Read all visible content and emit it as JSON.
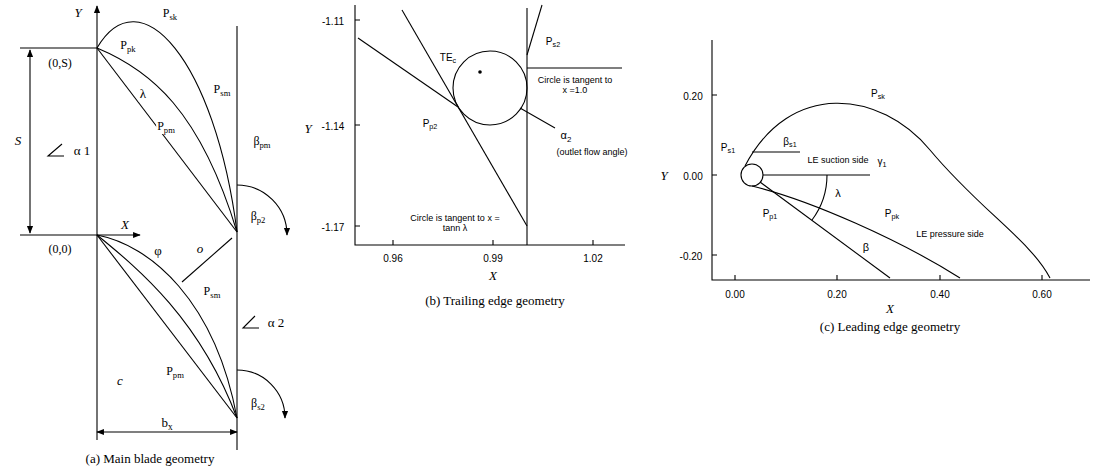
{
  "diagram": {
    "labels": [
      "Y",
      "Psk",
      "(0,S)",
      "Ppk",
      "Psm",
      "S",
      "λ",
      "α 1",
      "Ppm",
      "βpm",
      "βp2",
      "φ",
      "o",
      "(0,0)",
      "X",
      "Psm",
      "α 2",
      "c",
      "Ppm",
      "bx",
      "βs2",
      "(a) Main blade geometry",
      "-1.11",
      "-1.14",
      "-1.17",
      "Y",
      "0.96",
      "0.99",
      "1.02",
      "X",
      "TEc",
      "Ps2",
      "Pp2",
      "Circle is tangent to x =1.0",
      "α2",
      "(outlet flow angle)",
      "Circle is tangent to x = tann λ",
      "(b) Trailing edge geometry",
      "0.20",
      "0.00",
      "-0.20",
      "Y",
      "0.00",
      "0.20",
      "0.40",
      "0.60",
      "X",
      "Psk",
      "LE suction side",
      "Ps1",
      "βs1",
      "γ1",
      "λ",
      "β",
      "Ppk",
      "LE pressure side",
      "Pp1",
      "(c) Leading edge geometry"
    ]
  }
}
